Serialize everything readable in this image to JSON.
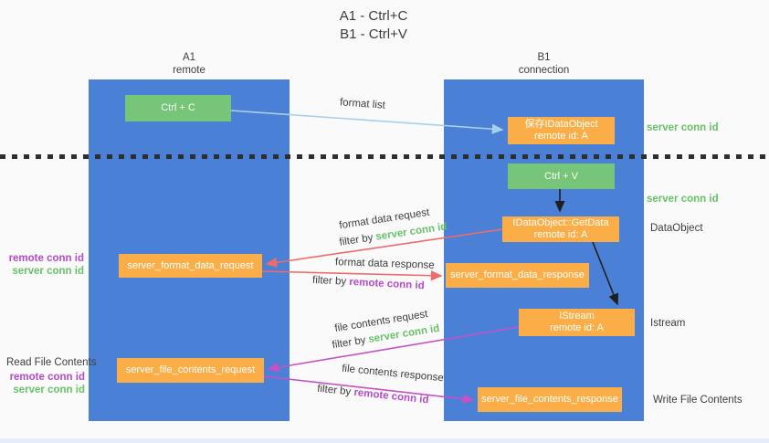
{
  "title": {
    "line1": "A1 - Ctrl+C",
    "line2": "B1 - Ctrl+V"
  },
  "columns": {
    "a1": {
      "name": "A1",
      "subtitle": "remote"
    },
    "b1": {
      "name": "B1",
      "subtitle": "connection"
    }
  },
  "nodes": {
    "ctrl_c": {
      "label": "Ctrl + C"
    },
    "save_idataobject": {
      "line1": "保存IDataObject",
      "line2": "remote id: A"
    },
    "ctrl_v": {
      "label": "Ctrl + V"
    },
    "getdata": {
      "line1": "IDataObject::GetData",
      "line2": "remote id: A"
    },
    "server_format_data_request": {
      "label": "server_format_data_request"
    },
    "server_format_data_response": {
      "label": "server_format_data_response"
    },
    "istream": {
      "line1": "IStream",
      "line2": "remote id: A"
    },
    "server_file_contents_request": {
      "label": "server_file_contents_request"
    },
    "server_file_contents_response": {
      "label": "server_file_contents_response"
    }
  },
  "flow_labels": {
    "format_list": "format list",
    "format_data_request": "format data request",
    "format_data_response": "format data response",
    "file_contents_request": "file contents request",
    "file_contents_response": "file contents response",
    "filter_by": "filter by",
    "server_conn_id": "server conn id",
    "remote_conn_id": "remote conn id"
  },
  "annotations": {
    "right_server_conn_id_1": "server conn id",
    "right_server_conn_id_2": "server conn id",
    "dataobject": "DataObject",
    "istream": "Istream",
    "write_file_contents": "Write File Contents",
    "read_file_contents": "Read File Contents",
    "left_remote_conn_id_1": "remote conn id",
    "left_server_conn_id_1": "server conn id",
    "left_remote_conn_id_2": "remote conn id",
    "left_server_conn_id_2": "server conn id"
  },
  "colors": {
    "column_blue": "#4a80d5",
    "node_green": "#76c578",
    "node_orange": "#fbae47",
    "arrow_lightblue": "#a8cfeb",
    "arrow_red": "#ee6a6b",
    "arrow_magenta": "#c353c5",
    "arrow_black": "#1f1f1f",
    "text_green": "#68c168",
    "text_purple": "#b44bc8",
    "text_dark": "#3d3d3d"
  }
}
